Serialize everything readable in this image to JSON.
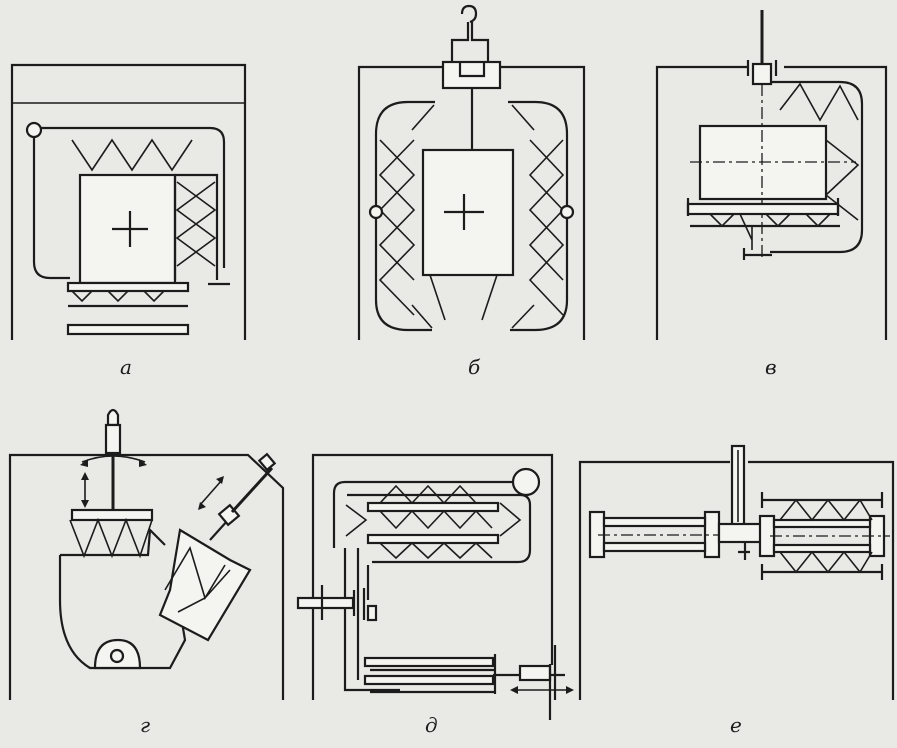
{
  "figure": {
    "panels": [
      {
        "id": "a",
        "label": "а"
      },
      {
        "id": "b",
        "label": "б"
      },
      {
        "id": "v",
        "label": "в"
      },
      {
        "id": "g",
        "label": "г"
      },
      {
        "id": "d",
        "label": "д"
      },
      {
        "id": "e",
        "label": "е"
      }
    ]
  }
}
